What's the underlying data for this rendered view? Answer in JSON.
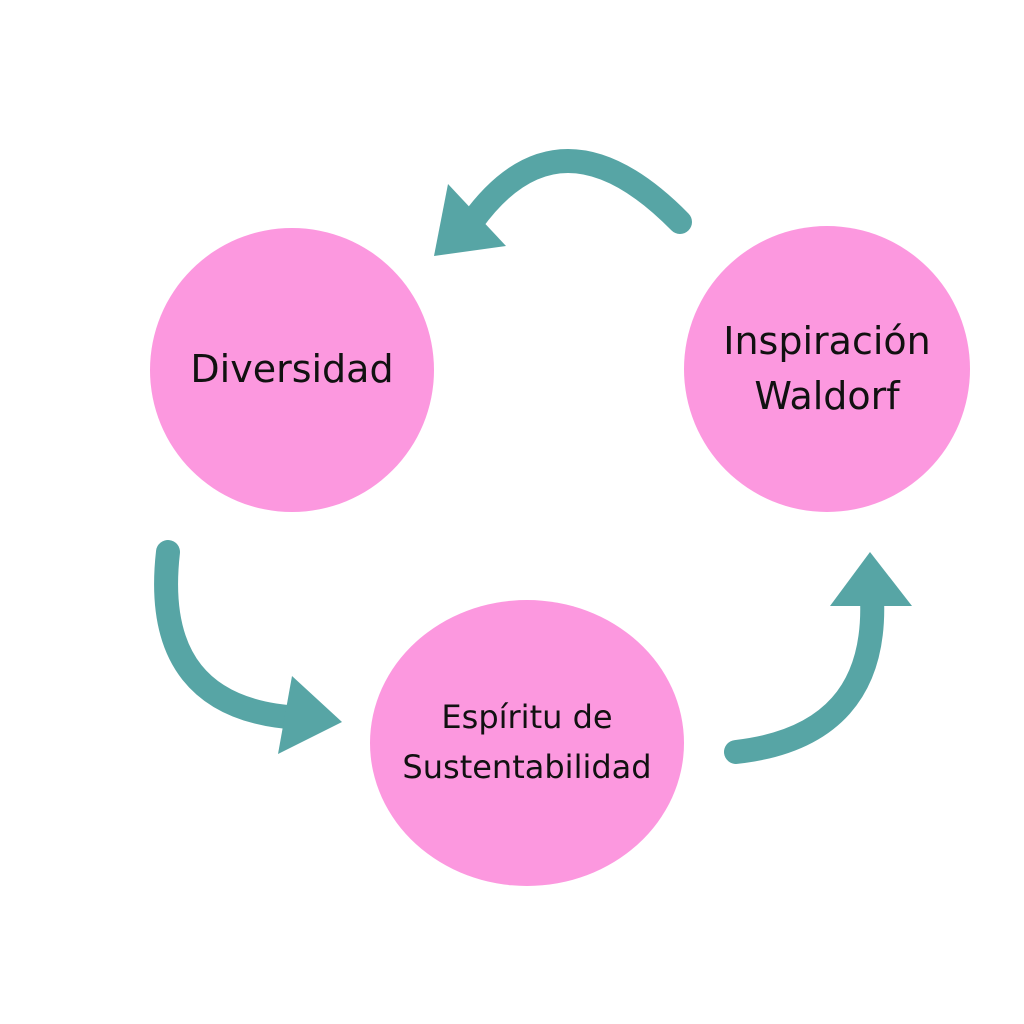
{
  "colors": {
    "node_fill": "#FC98DF",
    "arrow": "#57A5A5",
    "text": "#111111",
    "background": "#FFFFFF"
  },
  "nodes": {
    "diversidad": "Diversidad",
    "waldorf_line1": "Inspiración",
    "waldorf_line2": "Waldorf",
    "sustentabilidad_line1": "Espíritu de",
    "sustentabilidad_line2": "Sustentabilidad"
  },
  "arrows": [
    {
      "from": "Inspiración Waldorf",
      "to": "Diversidad",
      "icon": "curved-arrow-left"
    },
    {
      "from": "Diversidad",
      "to": "Espíritu de Sustentabilidad",
      "icon": "curved-arrow-right"
    },
    {
      "from": "Espíritu de Sustentabilidad",
      "to": "Inspiración Waldorf",
      "icon": "curved-arrow-up"
    }
  ]
}
